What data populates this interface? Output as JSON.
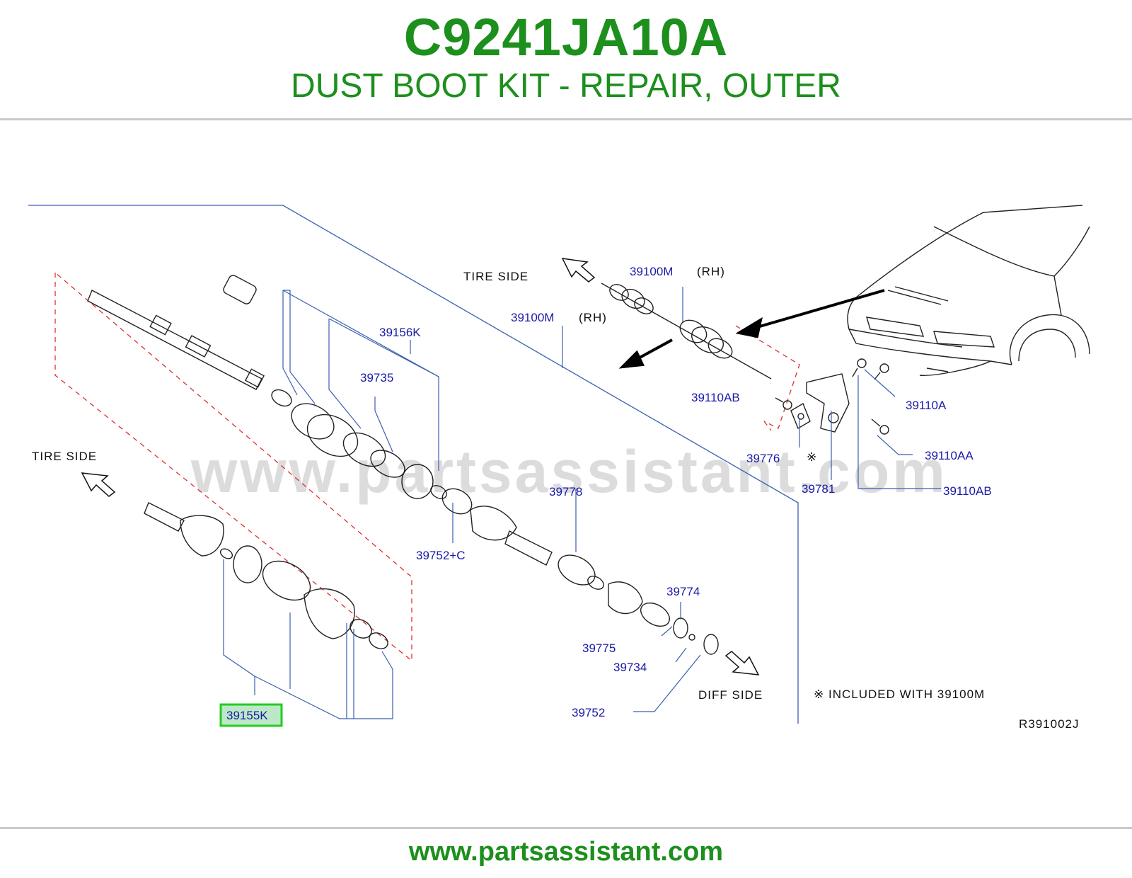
{
  "header": {
    "part_number": "C9241JA10A",
    "description": "DUST BOOT KIT - REPAIR, OUTER"
  },
  "diagram": {
    "watermark": "www.partsassistant.com",
    "labels": {
      "tire_side_top": "TIRE  SIDE",
      "tire_side_left": "TIRE  SIDE",
      "diff_side": "DIFF  SIDE",
      "note": "※  INCLUDED  WITH  39100M",
      "ref_code": "R391002J",
      "rh_1": "(RH)",
      "rh_2": "(RH)",
      "ref_mark": "※"
    },
    "parts": {
      "p39100M_top": "39100M",
      "p39100M_mid": "39100M",
      "p39156K": "39156K",
      "p39735": "39735",
      "p39110AB_left": "39110AB",
      "p39110A": "39110A",
      "p39776": "39776",
      "p39110AA": "39110AA",
      "p39781": "39781",
      "p39110AB_right": "39110AB",
      "p39778": "39778",
      "p39752C": "39752+C",
      "p39774": "39774",
      "p39775": "39775",
      "p39734": "39734",
      "p39752": "39752",
      "p39155K": "39155K"
    },
    "highlight_part": "39155K",
    "highlight_color": "#22cc22",
    "label_color": "#1a1aa8",
    "leader_color": "#3a5fb0",
    "dashed_color": "#e03030"
  },
  "footer": {
    "url": "www.partsassistant.com"
  },
  "colors": {
    "brand_green": "#1c8f1c",
    "rule_gray": "#c9c9c9"
  }
}
